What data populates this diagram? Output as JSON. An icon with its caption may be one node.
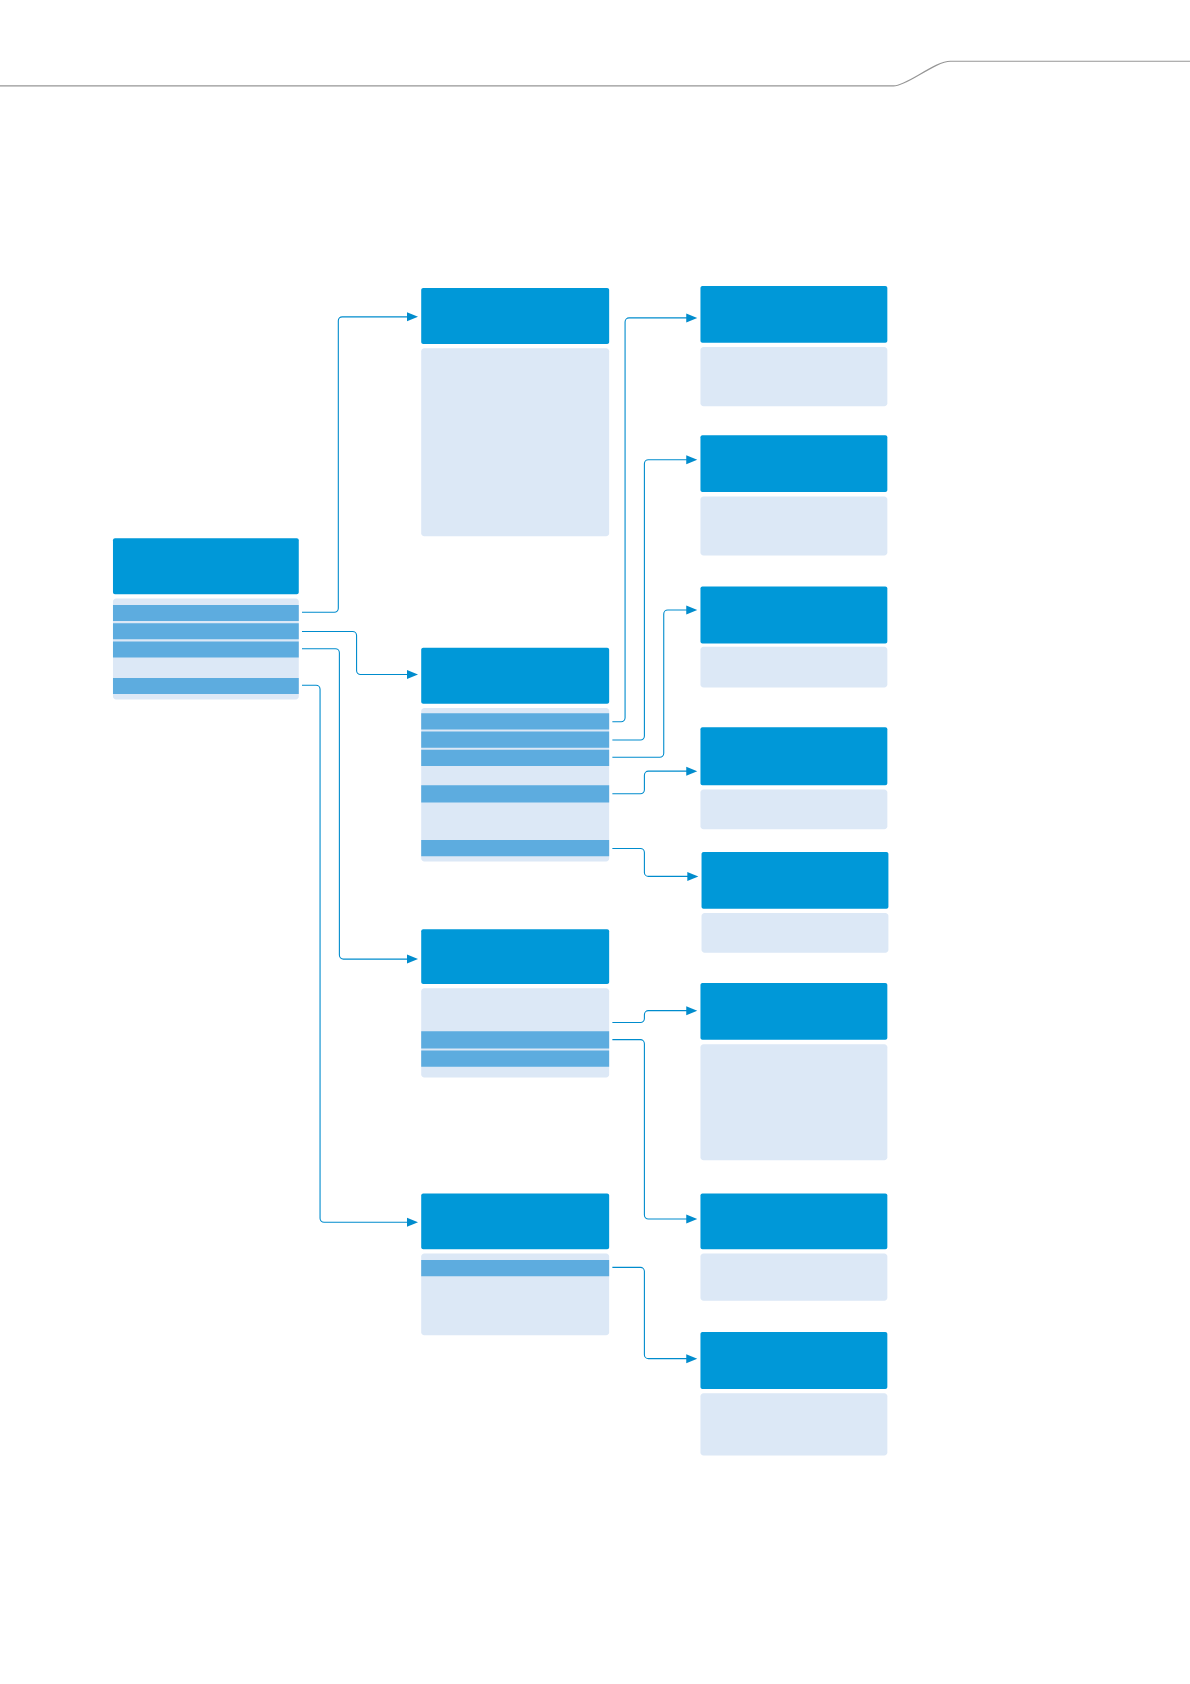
{
  "diagram": {
    "nodes": [
      {
        "text": [],
        "shape": "box"
      },
      {
        "text": [],
        "shape": "box"
      },
      {
        "text": [],
        "shape": "bar",
        "in": 1
      },
      {
        "text": [],
        "shape": "bar",
        "in": 1
      },
      {
        "text": [],
        "shape": "bar",
        "in": 1
      },
      {
        "text": [],
        "shape": "bar",
        "in": 1
      },
      {
        "text": [],
        "shape": "box"
      },
      {
        "text": [],
        "shape": "box"
      },
      {
        "text": [],
        "shape": "box"
      },
      {
        "text": [],
        "shape": "box"
      },
      {
        "text": [],
        "shape": "bar",
        "in": 9
      },
      {
        "text": [],
        "shape": "bar",
        "in": 9
      },
      {
        "text": [],
        "shape": "bar",
        "in": 9
      },
      {
        "text": [],
        "shape": "bar",
        "in": 9
      },
      {
        "text": [],
        "shape": "bar",
        "in": 9
      },
      {
        "text": [],
        "shape": "box"
      },
      {
        "text": [],
        "shape": "box"
      },
      {
        "text": [],
        "shape": "bar",
        "in": 16
      },
      {
        "text": [],
        "shape": "bar",
        "in": 16
      },
      {
        "text": [],
        "shape": "box"
      },
      {
        "text": [],
        "shape": "box"
      },
      {
        "text": [],
        "shape": "bar",
        "in": 20
      },
      {
        "text": [],
        "shape": "box"
      },
      {
        "text": [],
        "shape": "box"
      },
      {
        "text": [],
        "shape": "box"
      },
      {
        "text": [],
        "shape": "box"
      },
      {
        "text": [],
        "shape": "box"
      },
      {
        "text": [],
        "shape": "box"
      },
      {
        "text": [],
        "shape": "box"
      },
      {
        "text": [],
        "shape": "box"
      },
      {
        "text": [],
        "shape": "box"
      },
      {
        "text": [],
        "shape": "box"
      },
      {
        "text": [],
        "shape": "box"
      },
      {
        "text": [],
        "shape": "box"
      },
      {
        "text": [],
        "shape": "box"
      },
      {
        "text": [],
        "shape": "box"
      },
      {
        "text": [],
        "shape": "box"
      },
      {
        "text": [],
        "shape": "box"
      }
    ],
    "edges": [
      {
        "from": 2,
        "to": 6,
        "arrow": "to"
      },
      {
        "from": 3,
        "to": 8,
        "arrow": "to"
      },
      {
        "from": 4,
        "to": 15,
        "arrow": "to"
      },
      {
        "from": 5,
        "to": 19,
        "arrow": "to"
      },
      {
        "from": 10,
        "to": 22,
        "arrow": "to"
      },
      {
        "from": 11,
        "to": 24,
        "arrow": "to"
      },
      {
        "from": 12,
        "to": 26,
        "arrow": "to"
      },
      {
        "from": 13,
        "to": 28,
        "arrow": "to"
      },
      {
        "from": 14,
        "to": 30,
        "arrow": "to"
      },
      {
        "from": 16,
        "to": 32,
        "arrow": "to"
      },
      {
        "from": 17,
        "to": 34,
        "arrow": "to"
      },
      {
        "from": 21,
        "to": 36,
        "arrow": "to"
      }
    ]
  }
}
